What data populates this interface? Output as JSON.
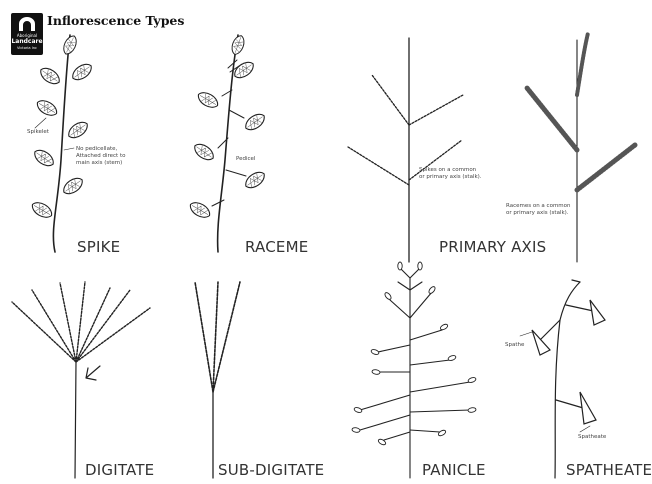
{
  "title": "Inflorescence Types",
  "logo": {
    "line1": "Aboriginal",
    "line2": "Landcare",
    "line3": "Victoria Inc"
  },
  "captions": {
    "spike": "SPIKE",
    "raceme": "RACEME",
    "primary_axis": "PRIMARY AXIS",
    "digitate": "DIGITATE",
    "sub_digitate": "SUB-DIGITATE",
    "panicle": "PANICLE",
    "spatheate": "SPATHEATE"
  },
  "annotations": {
    "spikelet": "Spikelet",
    "spike_note_1": "No pedicellate,",
    "spike_note_2": "Attached direct to",
    "spike_note_3": "main axis (stem)",
    "pedicel": "Pedicel",
    "primary_note_1": "Spikes on a common",
    "primary_note_2": "or primary axis (stalk).",
    "raceme_note_1": "Racemes on a common",
    "raceme_note_2": "or primary axis (stalk).",
    "spathe": "Spathe",
    "spatheate_small": "Spatheate"
  }
}
